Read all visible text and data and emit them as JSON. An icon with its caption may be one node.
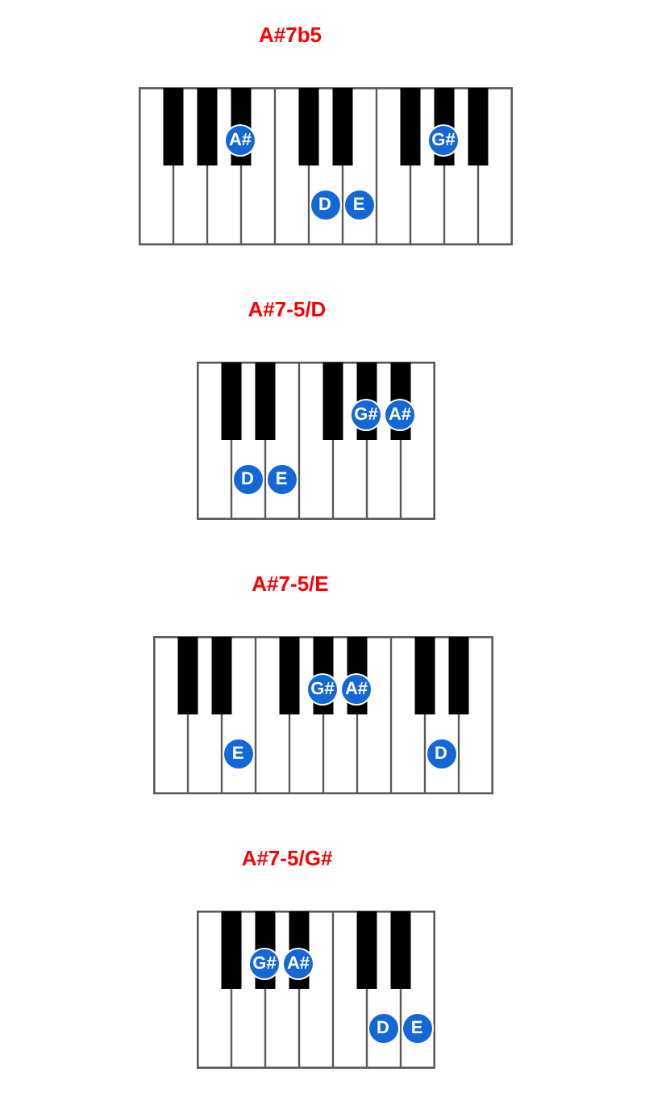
{
  "diagram": {
    "nodes": [
      {
        "text": [
          "A#7b5"
        ]
      },
      {
        "text": [
          "A#"
        ],
        "in": 0
      },
      {
        "text": [
          "G#"
        ],
        "in": 0
      },
      {
        "text": [
          "D"
        ],
        "in": 0
      },
      {
        "text": [
          "E"
        ],
        "in": 0
      },
      {
        "text": [
          "A#7-5/D"
        ]
      },
      {
        "text": [
          "G#"
        ],
        "in": 5
      },
      {
        "text": [
          "A#"
        ],
        "in": 5
      },
      {
        "text": [
          "D"
        ],
        "in": 5
      },
      {
        "text": [
          "E"
        ],
        "in": 5
      },
      {
        "text": [
          "A#7-5/E"
        ]
      },
      {
        "text": [
          "G#"
        ],
        "in": 10
      },
      {
        "text": [
          "A#"
        ],
        "in": 10
      },
      {
        "text": [
          "E"
        ],
        "in": 10
      },
      {
        "text": [
          "D"
        ],
        "in": 10
      },
      {
        "text": [
          "A#7-5/G#"
        ]
      },
      {
        "text": [
          "G#"
        ],
        "in": 15
      },
      {
        "text": [
          "A#"
        ],
        "in": 15
      },
      {
        "text": [
          "D"
        ],
        "in": 15
      },
      {
        "text": [
          "E"
        ],
        "in": 15
      }
    ]
  }
}
